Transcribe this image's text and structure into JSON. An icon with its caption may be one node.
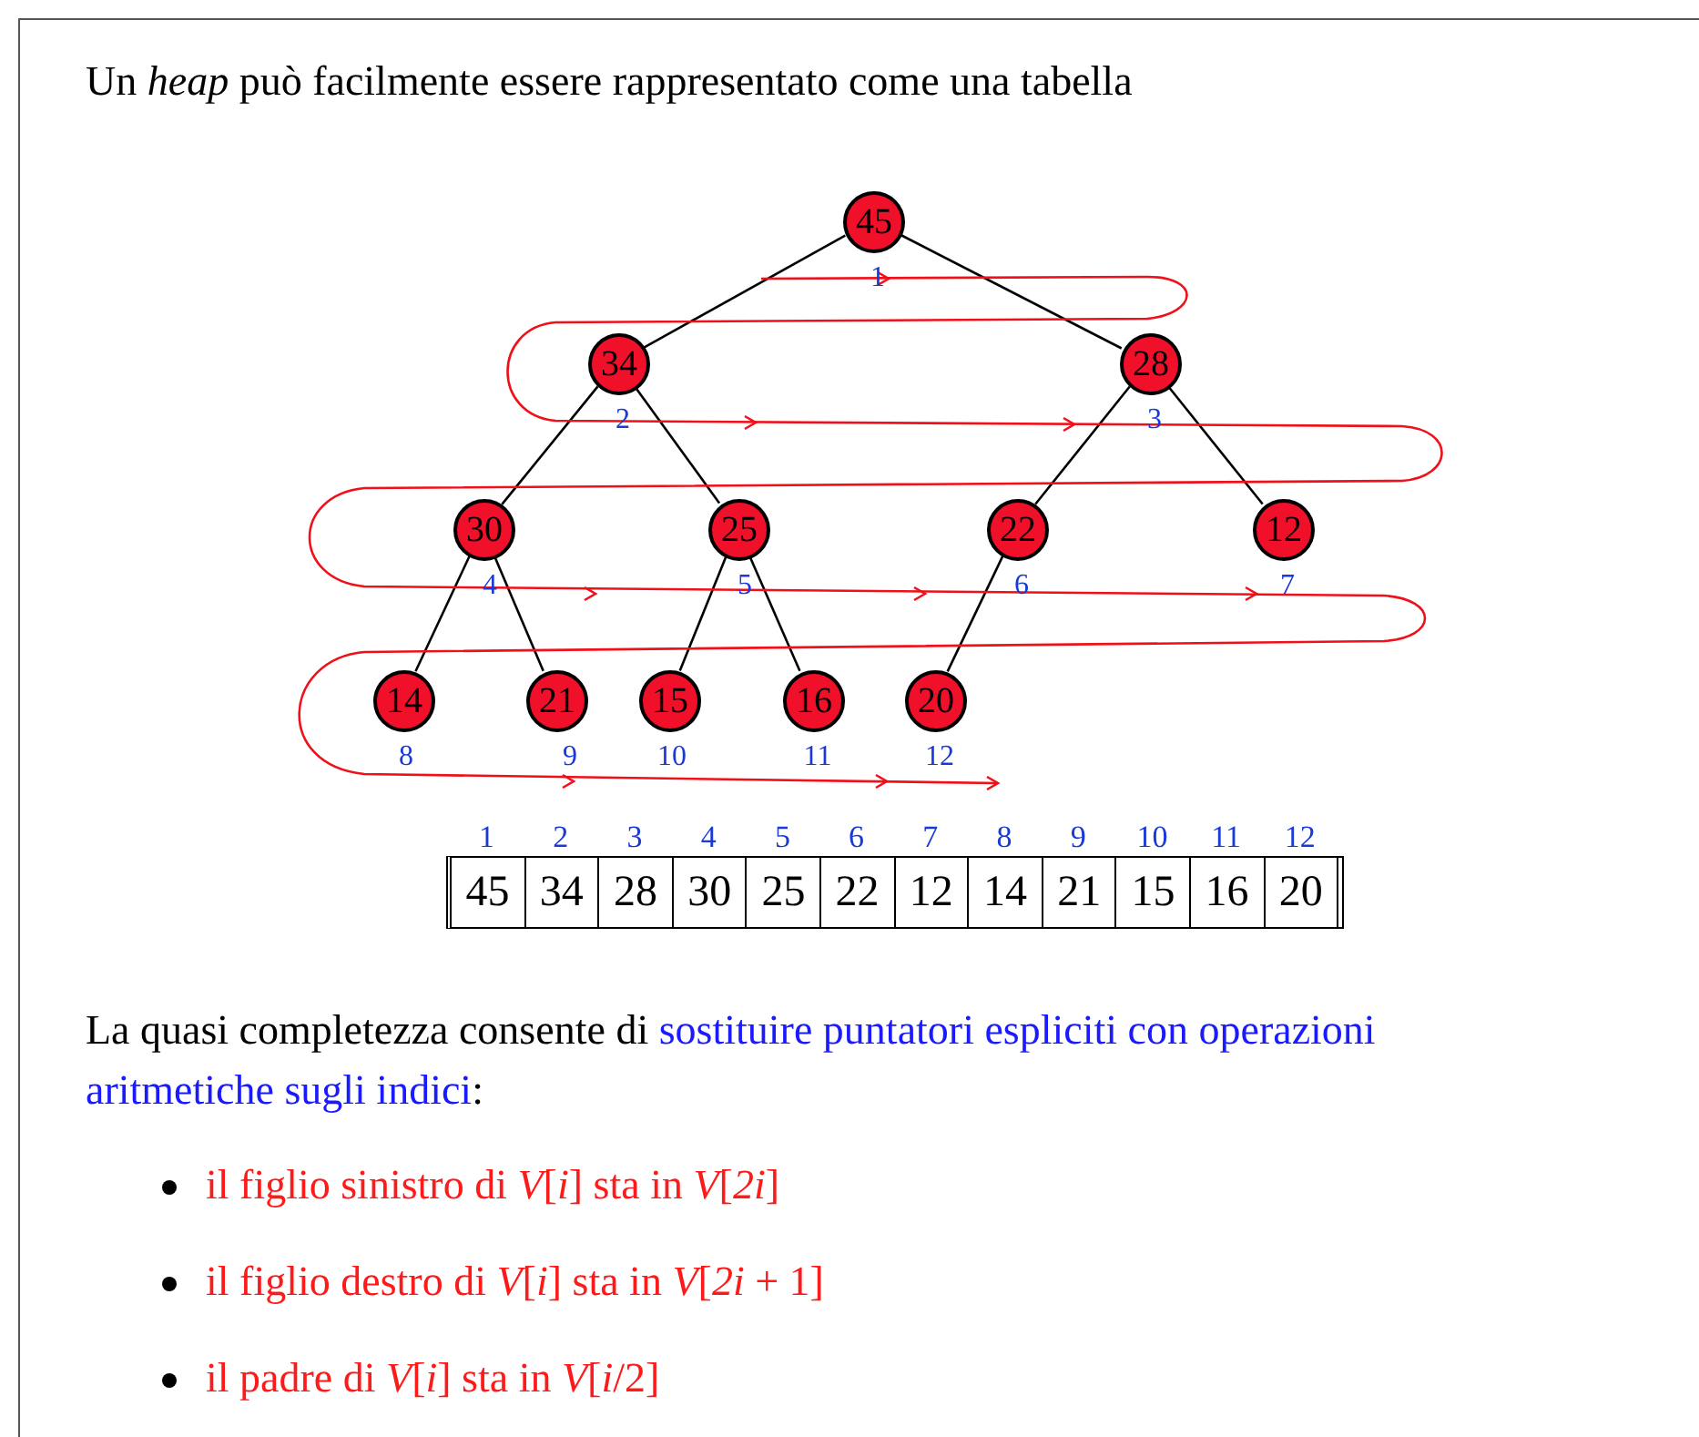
{
  "diagram": {
    "title": "Un *heap* può facilmente essere rappresentato come una tabella",
    "nodes": [
      {
        "text": [
          "45"
        ],
        "beside": [
          "1"
        ]
      },
      {
        "text": [
          "34"
        ],
        "beside": [
          "2"
        ]
      },
      {
        "text": [
          "28"
        ],
        "beside": [
          "3"
        ]
      },
      {
        "text": [
          "30"
        ],
        "beside": [
          "4"
        ]
      },
      {
        "text": [
          "25"
        ],
        "beside": [
          "5"
        ]
      },
      {
        "text": [
          "22"
        ],
        "beside": [
          "6"
        ]
      },
      {
        "text": [
          "12"
        ],
        "beside": [
          "7"
        ]
      },
      {
        "text": [
          "14"
        ],
        "beside": [
          "8"
        ]
      },
      {
        "text": [
          "21"
        ],
        "beside": [
          "9"
        ]
      },
      {
        "text": [
          "15"
        ],
        "beside": [
          "10"
        ]
      },
      {
        "text": [
          "16"
        ],
        "beside": [
          "11"
        ]
      },
      {
        "text": [
          "20"
        ],
        "beside": [
          "12"
        ]
      }
    ],
    "edges": [
      {
        "from": 0,
        "to": 1,
        "arrow": "none"
      },
      {
        "from": 0,
        "to": 2,
        "arrow": "none"
      },
      {
        "from": 1,
        "to": 3,
        "arrow": "none"
      },
      {
        "from": 1,
        "to": 4,
        "arrow": "none"
      },
      {
        "from": 2,
        "to": 5,
        "arrow": "none"
      },
      {
        "from": 2,
        "to": 6,
        "arrow": "none"
      },
      {
        "from": 3,
        "to": 7,
        "arrow": "none"
      },
      {
        "from": 3,
        "to": 8,
        "arrow": "none"
      },
      {
        "from": 4,
        "to": 9,
        "arrow": "none"
      },
      {
        "from": 4,
        "to": 10,
        "arrow": "none"
      },
      {
        "from": 5,
        "to": 11,
        "arrow": "none"
      }
    ],
    "labels": [
      "1",
      "2",
      "3",
      "4",
      "5",
      "6",
      "7",
      "8",
      "9",
      "10",
      "11",
      "12",
      "45",
      "34",
      "28",
      "30",
      "25",
      "22",
      "12",
      "14",
      "21",
      "15",
      "16",
      "20",
      "La quasi completezza consente di",
      "sostituire puntatori espliciti con operazioni aritmetiche sugli indici",
      ":",
      "il figlio sinistro di *V*[*i*] sta in *V*[*2i*]",
      "il figlio destro di *V*[*i*] sta in *V*[*2i* + 1]",
      "il padre di *V*[*i*] sta in *V*[*i*/2]"
    ]
  }
}
